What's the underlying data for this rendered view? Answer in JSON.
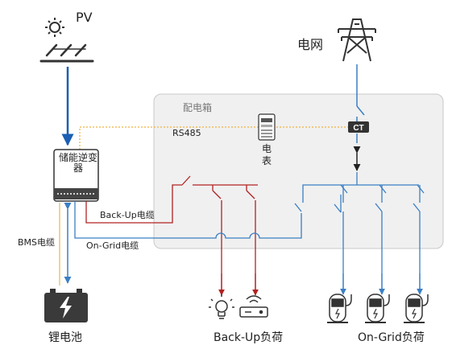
{
  "labels": {
    "pv": "PV",
    "grid": "电网",
    "panel_box": "配电箱",
    "rs485": "RS485",
    "meter": "电表",
    "ct": "CT",
    "inverter": "储能逆变器",
    "backup_cable": "Back-Up电缆",
    "bms_cable": "BMS电缆",
    "ongrid_cable": "On-Grid电缆",
    "battery": "锂电池",
    "backup_load": "Back-Up负荷",
    "ongrid_load": "On-Grid负荷"
  },
  "colors": {
    "blue_line": "#3a7fc4",
    "pv_arrow": "#1a5fb4",
    "red_line": "#b22222",
    "rs485_line": "#f0b040",
    "bms_line": "#e8c870",
    "panel_bg": "#f0f0f0",
    "panel_border": "#c8c8c8",
    "dark": "#333333"
  },
  "icons": [
    "sun-icon",
    "solar-panel-icon",
    "pylon-icon",
    "meter-icon",
    "ct-icon",
    "inverter-icon",
    "battery-icon",
    "bulb-icon",
    "router-icon",
    "ev-charger-icon"
  ]
}
